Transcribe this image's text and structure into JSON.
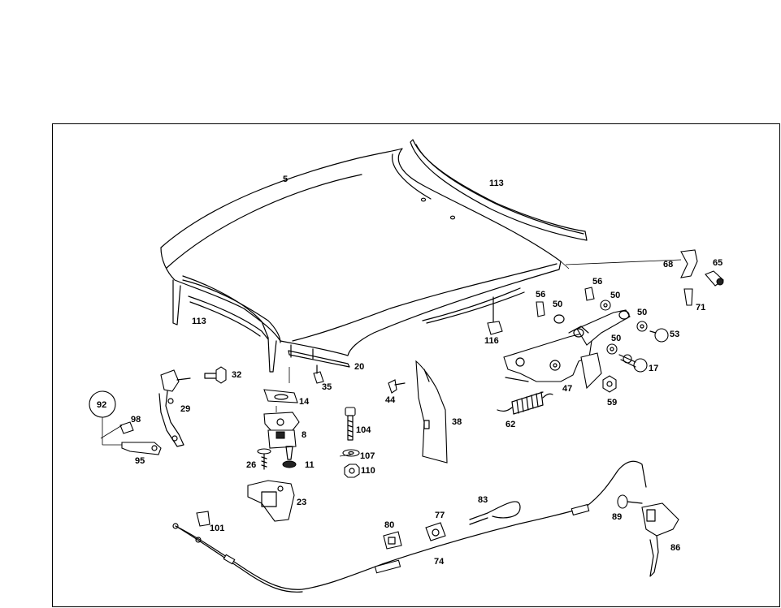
{
  "diagram": {
    "labels": [
      {
        "id": "5",
        "text": "5"
      },
      {
        "id": "113a",
        "text": "113"
      },
      {
        "id": "113b",
        "text": "113"
      },
      {
        "id": "68",
        "text": "68"
      },
      {
        "id": "65",
        "text": "65"
      },
      {
        "id": "71",
        "text": "71"
      },
      {
        "id": "56a",
        "text": "56"
      },
      {
        "id": "56b",
        "text": "56"
      },
      {
        "id": "50a",
        "text": "50"
      },
      {
        "id": "50b",
        "text": "50"
      },
      {
        "id": "50c",
        "text": "50"
      },
      {
        "id": "50d",
        "text": "50"
      },
      {
        "id": "53",
        "text": "53"
      },
      {
        "id": "17",
        "text": "17"
      },
      {
        "id": "116",
        "text": "116"
      },
      {
        "id": "47",
        "text": "47"
      },
      {
        "id": "59",
        "text": "59"
      },
      {
        "id": "62",
        "text": "62"
      },
      {
        "id": "20",
        "text": "20"
      },
      {
        "id": "32",
        "text": "32"
      },
      {
        "id": "35",
        "text": "35"
      },
      {
        "id": "44",
        "text": "44"
      },
      {
        "id": "38",
        "text": "38"
      },
      {
        "id": "14",
        "text": "14"
      },
      {
        "id": "29",
        "text": "29"
      },
      {
        "id": "92",
        "text": "92"
      },
      {
        "id": "98",
        "text": "98"
      },
      {
        "id": "95",
        "text": "95"
      },
      {
        "id": "8",
        "text": "8"
      },
      {
        "id": "104",
        "text": "104"
      },
      {
        "id": "107",
        "text": "107"
      },
      {
        "id": "110",
        "text": "110"
      },
      {
        "id": "26",
        "text": "26"
      },
      {
        "id": "11",
        "text": "11"
      },
      {
        "id": "23",
        "text": "23"
      },
      {
        "id": "83",
        "text": "83"
      },
      {
        "id": "80",
        "text": "80"
      },
      {
        "id": "77",
        "text": "77"
      },
      {
        "id": "74",
        "text": "74"
      },
      {
        "id": "89",
        "text": "89"
      },
      {
        "id": "86",
        "text": "86"
      },
      {
        "id": "101",
        "text": "101"
      }
    ]
  }
}
